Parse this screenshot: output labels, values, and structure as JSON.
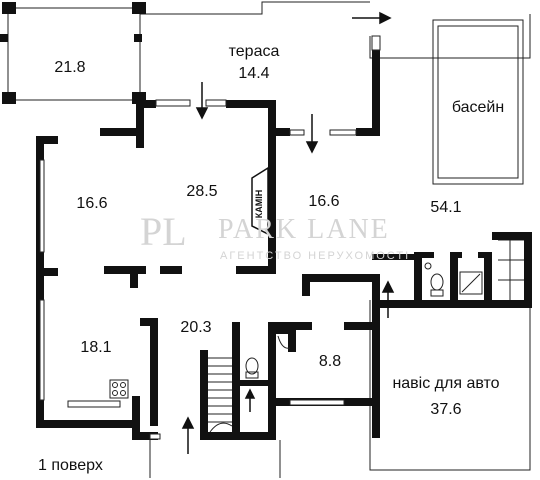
{
  "plan": {
    "floor_label": "1 поверх",
    "fireplace_label": "КАМІН",
    "rooms": [
      {
        "id": "room-21-8",
        "name": "",
        "area": "21.8"
      },
      {
        "id": "terrace",
        "name": "тераса",
        "area": "14.4"
      },
      {
        "id": "pool-room",
        "name": "",
        "area": "54.1"
      },
      {
        "id": "pool",
        "name": "басейн",
        "area": ""
      },
      {
        "id": "room-16-6-left",
        "name": "",
        "area": "16.6"
      },
      {
        "id": "room-28-5",
        "name": "",
        "area": "28.5"
      },
      {
        "id": "room-16-6-right",
        "name": "",
        "area": "16.6"
      },
      {
        "id": "room-18-1",
        "name": "",
        "area": "18.1"
      },
      {
        "id": "hall-20-3",
        "name": "",
        "area": "20.3"
      },
      {
        "id": "room-8-8",
        "name": "",
        "area": "8.8"
      },
      {
        "id": "carport",
        "name": "навіс для авто",
        "area": "37.6"
      }
    ]
  },
  "watermark": {
    "logo": "PL",
    "brand": "PARK LANE",
    "tagline": "АГЕНТСТВО НЕРУХОМОСТІ"
  }
}
